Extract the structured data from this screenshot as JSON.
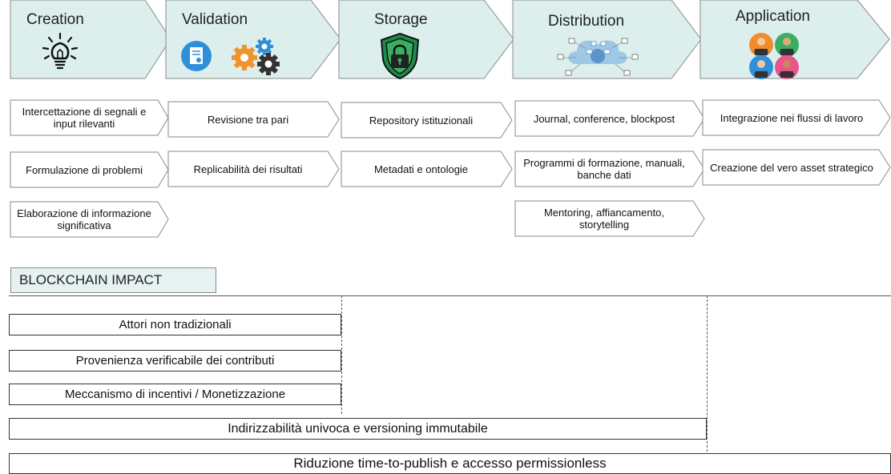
{
  "stages": [
    {
      "title": "Creation",
      "icon": "lightbulb-icon"
    },
    {
      "title": "Validation",
      "icon": "certificate-gears-icon"
    },
    {
      "title": "Storage",
      "icon": "shield-lock-icon"
    },
    {
      "title": "Distribution",
      "icon": "cloud-network-icon"
    },
    {
      "title": "Application",
      "icon": "people-users-icon"
    }
  ],
  "activities": {
    "creation": [
      "Intercettazione di segnali e input rilevanti",
      "Formulazione di problemi",
      "Elaborazione di informazione significativa"
    ],
    "validation": [
      "Revisione tra pari",
      "Replicabilità dei risultati"
    ],
    "storage": [
      "Repository istituzionali",
      "Metadati e ontologie"
    ],
    "distribution": [
      "Journal, conference, blockpost",
      "Programmi di formazione, manuali, banche dati",
      "Mentoring, affiancamento, storytelling"
    ],
    "application": [
      "Integrazione nei flussi di lavoro",
      "Creazione del vero asset strategico"
    ]
  },
  "impact": {
    "title": "BLOCKCHAIN IMPACT",
    "items": [
      "Attori non tradizionali",
      "Provenienza verificabile dei contributi",
      "Meccanismo di incentivi / Monetizzazione",
      "Indirizzabilità univoca e versioning immutabile",
      "Riduzione time-to-publish e accesso permissionless"
    ]
  },
  "colors": {
    "stage_fill": "#dcefed",
    "stage_stroke": "#8a8a8a",
    "chevron_stroke": "#8a8a8a",
    "shield_green": "#1f8a4c",
    "gear_orange": "#f0932b",
    "gear_dark": "#333333",
    "cert_blue": "#2f8fd8"
  }
}
